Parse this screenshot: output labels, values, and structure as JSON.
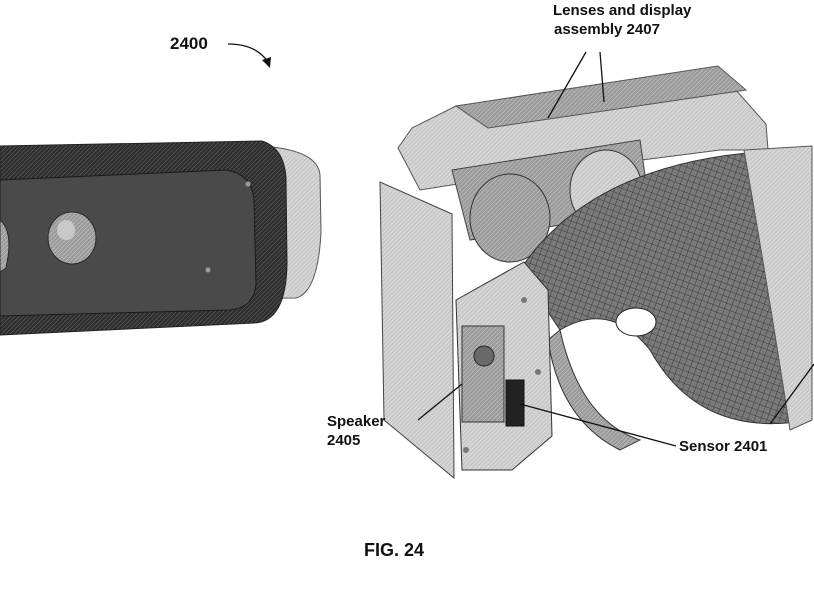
{
  "figure": {
    "reference_number": "2400",
    "caption": "FIG. 24",
    "callouts": {
      "lenses_line1": "Lenses and display",
      "lenses_line2": "assembly 2407",
      "speaker_line1": "Speaker",
      "speaker_line2": "2405",
      "sensor": "Sensor 2401"
    }
  },
  "colors": {
    "ink": "#111111",
    "dark_metal": "#3a3a3a",
    "mid_grey": "#8c8c8c",
    "light_grey": "#c8c8c8",
    "background": "#ffffff"
  }
}
